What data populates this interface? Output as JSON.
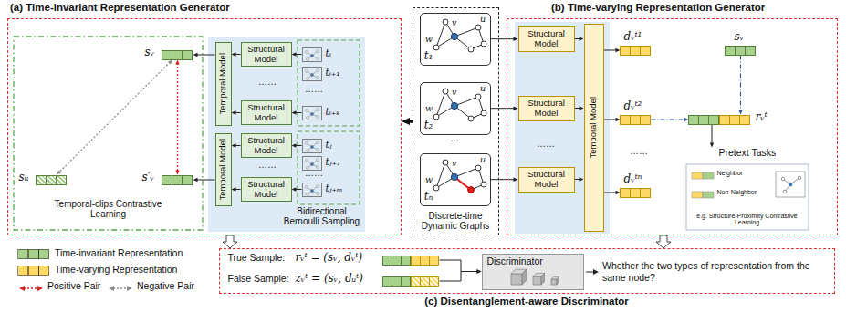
{
  "diagram": {
    "nodes": [
      {
        "text": [
          "(a) Time-invariant Representation Generator"
        ]
      },
      {
        "text": [
          "Temporal-clips Contrastive Learning"
        ],
        "in": 0
      },
      {
        "text": [
          "sᵥ"
        ],
        "in": 1
      },
      {
        "text": [
          "sᵤ"
        ],
        "in": 1
      },
      {
        "text": [
          "s′ᵥ"
        ],
        "in": 1
      },
      {
        "text": [
          "Bidirectional Bernoulli Sampling"
        ],
        "in": 0
      },
      {
        "text": [
          "Temporal Model"
        ],
        "in": 5
      },
      {
        "text": [
          "Structural Model"
        ],
        "in": 5
      },
      {
        "text": [
          "Structural Model"
        ],
        "in": 5
      },
      {
        "text": [
          "Temporal Model"
        ],
        "in": 5
      },
      {
        "text": [
          "Structural Model"
        ],
        "in": 5
      },
      {
        "text": [
          "Structural Model"
        ],
        "in": 5
      },
      {
        "text": [
          "tᵢ"
        ],
        "in": 5
      },
      {
        "text": [
          "tᵢ₊₁"
        ],
        "in": 5
      },
      {
        "text": [
          "tᵢ₊ₖ"
        ],
        "in": 5
      },
      {
        "text": [
          "tⱼ"
        ],
        "in": 5
      },
      {
        "text": [
          "tⱼ₊₁"
        ],
        "in": 5
      },
      {
        "text": [
          "tⱼ₊ₘ"
        ],
        "in": 5
      },
      {
        "text": [
          "Discrete-time Dynamic Graphs"
        ]
      },
      {
        "text": [
          "t₁"
        ],
        "in": 18
      },
      {
        "text": [
          "t₂"
        ],
        "in": 18
      },
      {
        "text": [
          "tₙ"
        ],
        "in": 18
      },
      {
        "text": [
          "(b) Time-varying Representation Generator"
        ]
      },
      {
        "text": [
          "Structural Model"
        ],
        "in": 22
      },
      {
        "text": [
          "Structural Model"
        ],
        "in": 22
      },
      {
        "text": [
          "Structural Model"
        ],
        "in": 22
      },
      {
        "text": [
          "Temporal Model"
        ],
        "in": 22
      },
      {
        "text": [
          "dᵥᵗ¹"
        ],
        "in": 22
      },
      {
        "text": [
          "dᵥᵗ²"
        ],
        "in": 22
      },
      {
        "text": [
          "dᵥᵗⁿ"
        ],
        "in": 22
      },
      {
        "text": [
          "sᵥ"
        ],
        "in": 22
      },
      {
        "text": [
          "rᵥᵗ"
        ],
        "in": 22
      },
      {
        "text": [
          "Pretext Tasks",
          "Neighbor",
          "Non-Neighbor",
          "e.g. Structure-Proximity Contrastive Learning"
        ],
        "in": 22
      },
      {
        "text": [
          "(c) Disentanglement-aware Discriminator"
        ]
      },
      {
        "text": [
          "True Sample:",
          "rᵥᵗ = (sᵥ, dᵥᵗ)"
        ],
        "in": 33
      },
      {
        "text": [
          "False Sample:",
          "zᵥᵗ = (sᵥ, dᵤᵗ)"
        ],
        "in": 33
      },
      {
        "text": [
          "Discriminator"
        ],
        "in": 33
      }
    ],
    "edges": [
      {
        "from": 12,
        "to": 7,
        "arrow": "to"
      },
      {
        "from": 14,
        "to": 8,
        "arrow": "to"
      },
      {
        "from": 15,
        "to": 10,
        "arrow": "to"
      },
      {
        "from": 17,
        "to": 11,
        "arrow": "to"
      },
      {
        "from": 7,
        "to": 6,
        "arrow": "to"
      },
      {
        "from": 8,
        "to": 6,
        "arrow": "to"
      },
      {
        "from": 10,
        "to": 9,
        "arrow": "to"
      },
      {
        "from": 11,
        "to": 9,
        "arrow": "to"
      },
      {
        "from": 6,
        "to": 2,
        "arrow": "to"
      },
      {
        "from": 9,
        "to": 4,
        "arrow": "to"
      },
      {
        "from": 2,
        "to": 4,
        "arrow": "both"
      },
      {
        "from": 2,
        "to": 3,
        "arrow": "both"
      },
      {
        "from": 18,
        "to": 0,
        "arrow": "to"
      },
      {
        "from": 19,
        "to": 23,
        "arrow": "to"
      },
      {
        "from": 20,
        "to": 24,
        "arrow": "to"
      },
      {
        "from": 21,
        "to": 25,
        "arrow": "to"
      },
      {
        "from": 23,
        "to": 26,
        "arrow": "to"
      },
      {
        "from": 24,
        "to": 26,
        "arrow": "to"
      },
      {
        "from": 25,
        "to": 26,
        "arrow": "to"
      },
      {
        "from": 26,
        "to": 27,
        "arrow": "to"
      },
      {
        "from": 26,
        "to": 28,
        "arrow": "to"
      },
      {
        "from": 26,
        "to": 29,
        "arrow": "to"
      },
      {
        "from": 28,
        "to": 31,
        "arrow": "to"
      },
      {
        "from": 30,
        "to": 31,
        "arrow": "to"
      },
      {
        "from": 31,
        "to": 32,
        "arrow": "to"
      },
      {
        "from": 0,
        "to": 33,
        "arrow": "to"
      },
      {
        "from": 22,
        "to": 33,
        "arrow": "to"
      },
      {
        "from": 34,
        "to": 36,
        "arrow": "to"
      },
      {
        "from": 35,
        "to": 36,
        "arrow": "to"
      }
    ],
    "labels": [
      "……",
      "……",
      "……",
      "……",
      "…",
      "……",
      "……",
      "v",
      "u",
      "w",
      "v",
      "u",
      "w",
      "v",
      "u",
      "w",
      "Whether the two types of representation from the same node?"
    ],
    "legend": [
      {
        "text": "Time-invariant Representation",
        "color": "#a9d18e"
      },
      {
        "text": "Time-varying Representation",
        "color": "#ffd966"
      },
      {
        "text": "Positive Pair"
      },
      {
        "text": "Negative Pair"
      }
    ]
  }
}
